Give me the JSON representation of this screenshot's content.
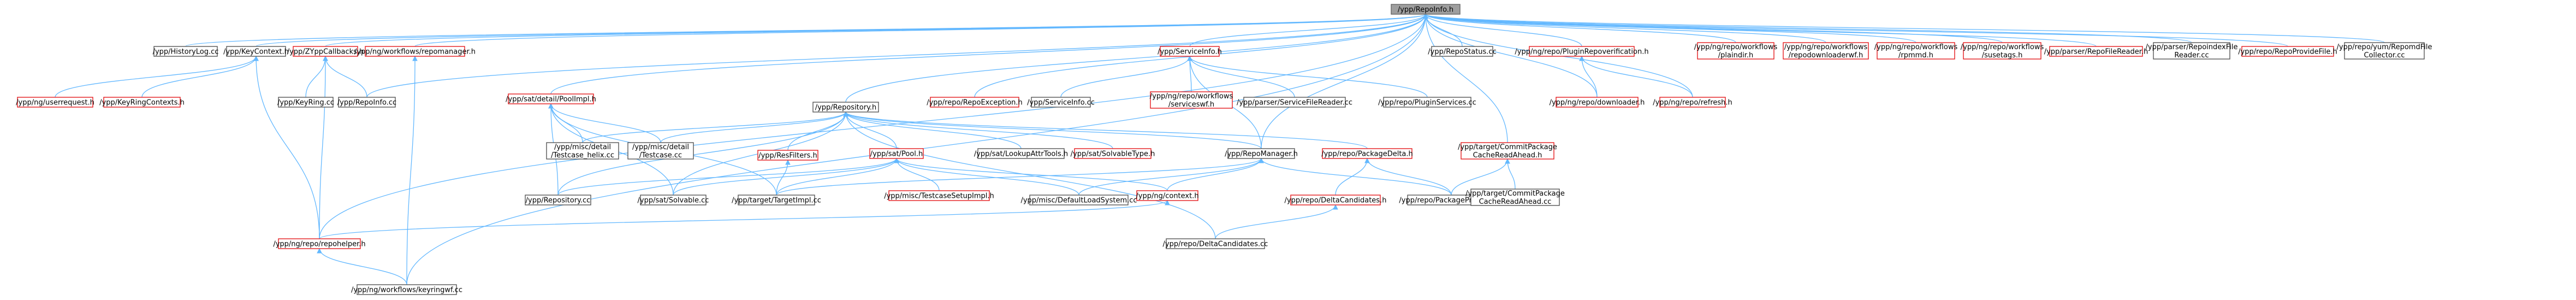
{
  "graph": {
    "root": "/ypp/RepoInfo.h",
    "nodes": {
      "repoinfo_h": {
        "lines": [
          "/ypp/RepoInfo.h"
        ],
        "style": "root"
      },
      "historylog_cc": {
        "lines": [
          "/ypp/HistoryLog.cc"
        ],
        "style": "black"
      },
      "keycontext_h": {
        "lines": [
          "/ypp/KeyContext.h"
        ],
        "style": "black"
      },
      "zyppcallbacks_h": {
        "lines": [
          "/ypp/ZYppCallbacks.h"
        ],
        "style": "red"
      },
      "repomanager_wf_h": {
        "lines": [
          "/ypp/ng/workflows/repomanager.h"
        ],
        "style": "red"
      },
      "serviceinfo_h": {
        "lines": [
          "/ypp/ServiceInfo.h"
        ],
        "style": "red"
      },
      "repostatus_cc": {
        "lines": [
          "/ypp/RepoStatus.cc"
        ],
        "style": "black"
      },
      "repoverification_h": {
        "lines": [
          "/ypp/ng/repo/PluginRepoverification.h"
        ],
        "style": "red"
      },
      "wf_plaindir_h": {
        "lines": [
          "/ypp/ng/repo/workflows",
          "/plaindir.h"
        ],
        "style": "red"
      },
      "wf_repodownloaderwf_h": {
        "lines": [
          "/ypp/ng/repo/workflows",
          "/repodownloaderwf.h"
        ],
        "style": "red"
      },
      "wf_rpmmd_h": {
        "lines": [
          "/ypp/ng/repo/workflows",
          "/rpmmd.h"
        ],
        "style": "red"
      },
      "wf_susetags_h": {
        "lines": [
          "/ypp/ng/repo/workflows",
          "/susetags.h"
        ],
        "style": "red"
      },
      "repofilereader_h": {
        "lines": [
          "/ypp/parser/RepoFileReader.h"
        ],
        "style": "red"
      },
      "repoindexfilereader_cc": {
        "lines": [
          "/ypp/parser/RepoindexFile",
          "Reader.cc"
        ],
        "style": "black"
      },
      "repoprovidefile_h": {
        "lines": [
          "/ypp/repo/RepoProvideFile.h"
        ],
        "style": "red"
      },
      "repofilecollector_cc": {
        "lines": [
          "/ypp/repo/yum/RepomdFile",
          "Collector.cc"
        ],
        "style": "black"
      },
      "userrequest_h": {
        "lines": [
          "/ypp/ng/userrequest.h"
        ],
        "style": "red"
      },
      "keyringcontexts_h": {
        "lines": [
          "/ypp/KeyRingContexts.h"
        ],
        "style": "red"
      },
      "keyring_cc": {
        "lines": [
          "/ypp/KeyRing.cc"
        ],
        "style": "black"
      },
      "repoinfo_cc": {
        "lines": [
          "/ypp/RepoInfo.cc"
        ],
        "style": "black"
      },
      "poolimpl_h": {
        "lines": [
          "/ypp/sat/detail/PoolImpl.h"
        ],
        "style": "red"
      },
      "repository_h": {
        "lines": [
          "/ypp/Repository.h"
        ],
        "style": "black"
      },
      "repoexception_h": {
        "lines": [
          "/ypp/repo/RepoException.h"
        ],
        "style": "red"
      },
      "serviceinfo_cc": {
        "lines": [
          "/ypp/ServiceInfo.cc"
        ],
        "style": "black"
      },
      "wf_serviceswf_h": {
        "lines": [
          "/ypp/ng/repo/workflows",
          "/serviceswf.h"
        ],
        "style": "red"
      },
      "servicefilereader_cc": {
        "lines": [
          "/ypp/parser/ServiceFileReader.cc"
        ],
        "style": "black"
      },
      "pluginservices_cc": {
        "lines": [
          "/ypp/repo/PluginServices.cc"
        ],
        "style": "black"
      },
      "downloader_h": {
        "lines": [
          "/ypp/ng/repo/downloader.h"
        ],
        "style": "red"
      },
      "refresh_h": {
        "lines": [
          "/ypp/ng/repo/refresh.h"
        ],
        "style": "red"
      },
      "testcase_helix_cc": {
        "lines": [
          "/ypp/misc/detail",
          "/Testcase_helix.cc"
        ],
        "style": "black"
      },
      "testcase_cc": {
        "lines": [
          "/ypp/misc/detail",
          "/Testcase.cc"
        ],
        "style": "black"
      },
      "sat_pool_h": {
        "lines": [
          "/ypp/sat/Pool.h"
        ],
        "style": "red"
      },
      "resfilters_h": {
        "lines": [
          "/ypp/ResFilters.h"
        ],
        "style": "red"
      },
      "lookupattrtools_h": {
        "lines": [
          "/ypp/sat/LookupAttrTools.h"
        ],
        "style": "black"
      },
      "solvabletype_h": {
        "lines": [
          "/ypp/sat/SolvableType.h"
        ],
        "style": "red"
      },
      "repomanager_h": {
        "lines": [
          "/ypp/RepoManager.h"
        ],
        "style": "black"
      },
      "packagedelta_h": {
        "lines": [
          "/ypp/repo/PackageDelta.h"
        ],
        "style": "red"
      },
      "commitpkgcache_h": {
        "lines": [
          "/ypp/target/CommitPackage",
          "CacheReadAhead.h"
        ],
        "style": "red"
      },
      "testcasesetupimpl_h": {
        "lines": [
          "/ypp/misc/TestcaseSetupImpl.h"
        ],
        "style": "red"
      },
      "repository_cc": {
        "lines": [
          "/ypp/Repository.cc"
        ],
        "style": "black"
      },
      "solvable_cc": {
        "lines": [
          "/ypp/sat/Solvable.cc"
        ],
        "style": "black"
      },
      "targetimpl_cc": {
        "lines": [
          "/ypp/target/TargetImpl.cc"
        ],
        "style": "black"
      },
      "defaultloadsystem_cc": {
        "lines": [
          "/ypp/misc/DefaultLoadSystem.cc"
        ],
        "style": "black"
      },
      "context_h": {
        "lines": [
          "/ypp/ng/context.h"
        ],
        "style": "red"
      },
      "deltacandidates_h": {
        "lines": [
          "/ypp/repo/DeltaCandidates.h"
        ],
        "style": "red"
      },
      "packageprovider_cc": {
        "lines": [
          "/ypp/repo/PackageProvider.cc"
        ],
        "style": "black"
      },
      "commitpkgcache_cc": {
        "lines": [
          "/ypp/target/CommitPackage",
          "CacheReadAhead.cc"
        ],
        "style": "black"
      },
      "repohelper_h": {
        "lines": [
          "/ypp/ng/repo/repohelper.h"
        ],
        "style": "red"
      },
      "deltacandidates_cc": {
        "lines": [
          "/ypp/repo/DeltaCandidates.cc"
        ],
        "style": "black"
      },
      "keyringwf_cc": {
        "lines": [
          "/ypp/ng/workflows/keyringwf.cc"
        ],
        "style": "black"
      }
    },
    "edges": [
      [
        "repoinfo_h",
        "historylog_cc"
      ],
      [
        "repoinfo_h",
        "keycontext_h"
      ],
      [
        "repoinfo_h",
        "zyppcallbacks_h"
      ],
      [
        "repoinfo_h",
        "repomanager_wf_h"
      ],
      [
        "repoinfo_h",
        "serviceinfo_h"
      ],
      [
        "repoinfo_h",
        "repostatus_cc"
      ],
      [
        "repoinfo_h",
        "repoverification_h"
      ],
      [
        "repoinfo_h",
        "wf_plaindir_h"
      ],
      [
        "repoinfo_h",
        "wf_repodownloaderwf_h"
      ],
      [
        "repoinfo_h",
        "wf_rpmmd_h"
      ],
      [
        "repoinfo_h",
        "wf_susetags_h"
      ],
      [
        "repoinfo_h",
        "repofilereader_h"
      ],
      [
        "repoinfo_h",
        "repoindexfilereader_cc"
      ],
      [
        "repoinfo_h",
        "repoprovidefile_h"
      ],
      [
        "repoinfo_h",
        "repofilecollector_cc"
      ],
      [
        "repoinfo_h",
        "repoinfo_cc"
      ],
      [
        "repoinfo_h",
        "poolimpl_h"
      ],
      [
        "repoinfo_h",
        "repository_h"
      ],
      [
        "repoinfo_h",
        "repoexception_h"
      ],
      [
        "repoinfo_h",
        "downloader_h"
      ],
      [
        "repoinfo_h",
        "refresh_h"
      ],
      [
        "repoinfo_h",
        "repomanager_h"
      ],
      [
        "repoinfo_h",
        "commitpkgcache_h"
      ],
      [
        "repoinfo_h",
        "repohelper_h"
      ],
      [
        "repoinfo_h",
        "keyringwf_cc"
      ],
      [
        "keycontext_h",
        "userrequest_h"
      ],
      [
        "keycontext_h",
        "keyringcontexts_h"
      ],
      [
        "keycontext_h",
        "repohelper_h"
      ],
      [
        "zyppcallbacks_h",
        "keyring_cc"
      ],
      [
        "zyppcallbacks_h",
        "repoinfo_cc"
      ],
      [
        "zyppcallbacks_h",
        "repohelper_h"
      ],
      [
        "repomanager_wf_h",
        "keyringwf_cc"
      ],
      [
        "serviceinfo_h",
        "serviceinfo_cc"
      ],
      [
        "serviceinfo_h",
        "wf_serviceswf_h"
      ],
      [
        "serviceinfo_h",
        "servicefilereader_cc"
      ],
      [
        "serviceinfo_h",
        "pluginservices_cc"
      ],
      [
        "serviceinfo_h",
        "repomanager_h"
      ],
      [
        "repoverification_h",
        "downloader_h"
      ],
      [
        "repoverification_h",
        "refresh_h"
      ],
      [
        "poolimpl_h",
        "testcase_helix_cc"
      ],
      [
        "poolimpl_h",
        "testcase_cc"
      ],
      [
        "poolimpl_h",
        "repository_cc"
      ],
      [
        "poolimpl_h",
        "solvable_cc"
      ],
      [
        "poolimpl_h",
        "targetimpl_cc"
      ],
      [
        "repository_h",
        "testcase_helix_cc"
      ],
      [
        "repository_h",
        "testcase_cc"
      ],
      [
        "repository_h",
        "sat_pool_h"
      ],
      [
        "repository_h",
        "resfilters_h"
      ],
      [
        "repository_h",
        "lookupattrtools_h"
      ],
      [
        "repository_h",
        "solvabletype_h"
      ],
      [
        "repository_h",
        "repomanager_h"
      ],
      [
        "repository_h",
        "packagedelta_h"
      ],
      [
        "repository_h",
        "repository_cc"
      ],
      [
        "repository_h",
        "solvable_cc"
      ],
      [
        "repository_h",
        "deltacandidates_cc"
      ],
      [
        "sat_pool_h",
        "testcasesetupimpl_h"
      ],
      [
        "sat_pool_h",
        "repository_cc"
      ],
      [
        "sat_pool_h",
        "solvable_cc"
      ],
      [
        "sat_pool_h",
        "targetimpl_cc"
      ],
      [
        "sat_pool_h",
        "defaultloadsystem_cc"
      ],
      [
        "sat_pool_h",
        "context_h"
      ],
      [
        "resfilters_h",
        "targetimpl_cc"
      ],
      [
        "repomanager_h",
        "defaultloadsystem_cc"
      ],
      [
        "repomanager_h",
        "targetimpl_cc"
      ],
      [
        "repomanager_h",
        "context_h"
      ],
      [
        "repomanager_h",
        "packageprovider_cc"
      ],
      [
        "packagedelta_h",
        "deltacandidates_h"
      ],
      [
        "packagedelta_h",
        "packageprovider_cc"
      ],
      [
        "commitpkgcache_h",
        "commitpkgcache_cc"
      ],
      [
        "commitpkgcache_h",
        "packageprovider_cc"
      ],
      [
        "context_h",
        "repohelper_h"
      ],
      [
        "deltacandidates_h",
        "deltacandidates_cc"
      ],
      [
        "repohelper_h",
        "keyringwf_cc"
      ]
    ]
  }
}
